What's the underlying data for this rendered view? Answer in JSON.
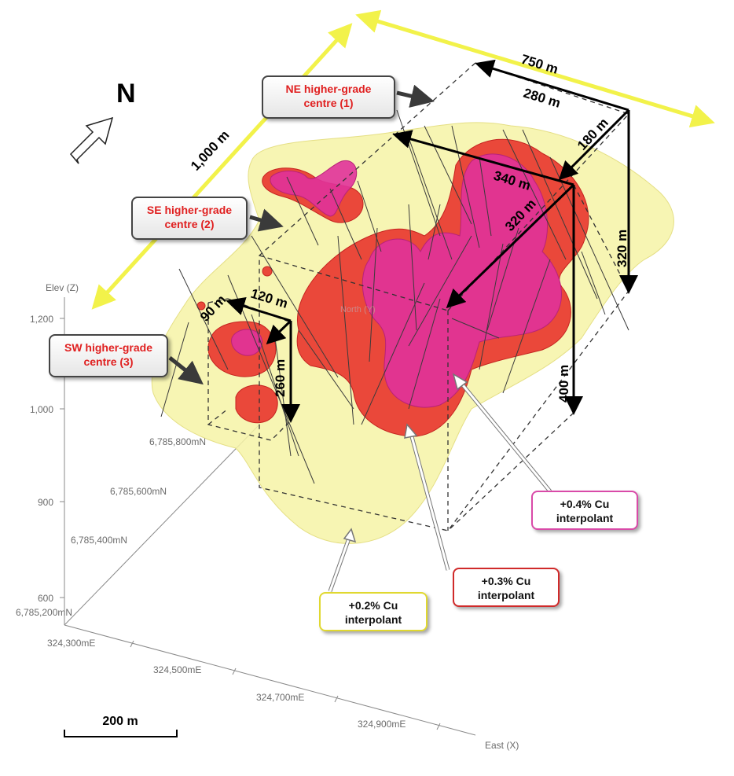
{
  "north_label": "N",
  "axes": {
    "elev_title": "Elev (Z)",
    "elev_ticks": [
      "1,200",
      "1,000",
      "900",
      "600"
    ],
    "north_title": "North (Y)",
    "north_ticks": [
      "6,785,800mN",
      "6,785,600mN",
      "6,785,400mN",
      "6,785,200mN"
    ],
    "east_title": "East (X)",
    "east_ticks": [
      "324,300mE",
      "324,500mE",
      "324,700mE",
      "324,900mE"
    ]
  },
  "dimensions": {
    "d750": "750 m",
    "d1000": "1,000 m",
    "d280": "280 m",
    "d180": "180 m",
    "d340": "340 m",
    "d320a": "320 m",
    "d320b": "320 m",
    "d400": "400 m",
    "d120": "120 m",
    "d90": "90 m",
    "d260": "260 m"
  },
  "callouts": {
    "ne": [
      "NE higher-grade",
      "centre (1)"
    ],
    "se": [
      "SE higher-grade",
      "centre  (2)"
    ],
    "sw": [
      "SW higher-grade",
      "centre  (3)"
    ],
    "cu04": [
      "+0.4% Cu",
      "interpolant"
    ],
    "cu03": [
      "+0.3% Cu",
      "interpolant"
    ],
    "cu02": [
      "+0.2% Cu",
      "interpolant"
    ]
  },
  "scale_bar": "200 m",
  "colors": {
    "yellow_shell": "#f6f3a6",
    "red_shell": "#e8352c",
    "magenta_shell": "#e0329a",
    "yellow_arrow": "#f2f24a",
    "callout_red_text": "#e02020",
    "cu04_border": "#d94aa8",
    "cu03_border": "#d02a2a",
    "cu02_border": "#e0d830"
  }
}
